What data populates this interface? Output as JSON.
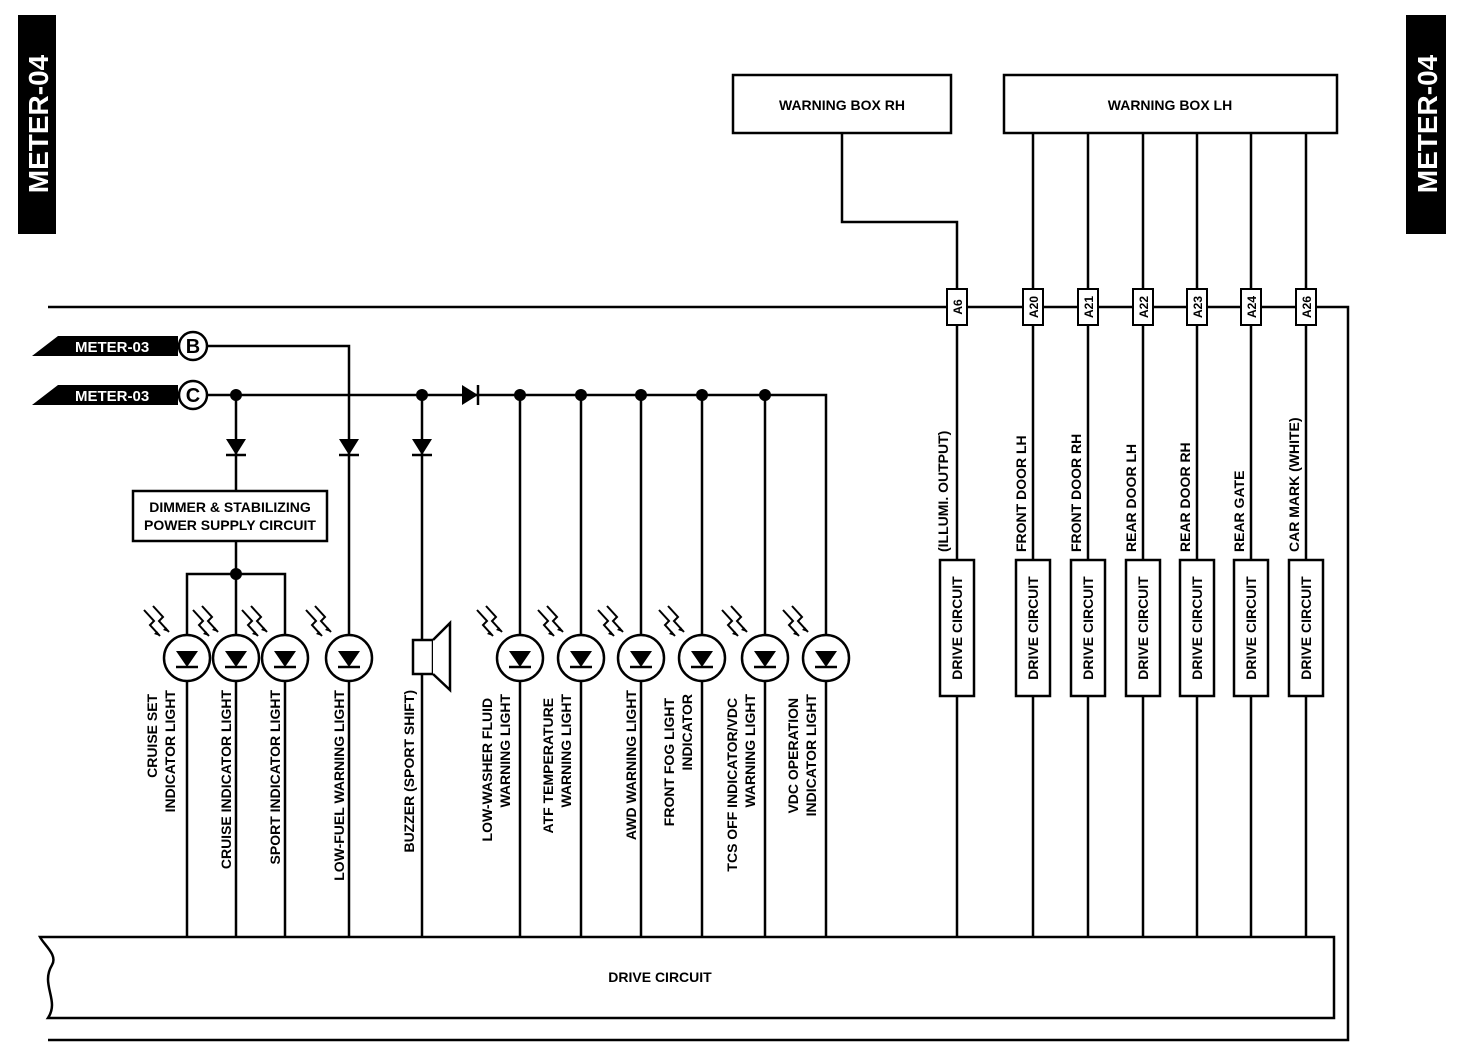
{
  "page_tab": "METER-04",
  "connectors": [
    {
      "ref": "METER-03",
      "letter": "B"
    },
    {
      "ref": "METER-03",
      "letter": "C"
    }
  ],
  "modules": {
    "dimmer": [
      "DIMMER & STABILIZING",
      "POWER SUPPLY CIRCUIT"
    ],
    "warning_box_rh": "WARNING BOX RH",
    "warning_box_lh": "WARNING BOX LH",
    "drive_circuit_main": "DRIVE CIRCUIT"
  },
  "lamps": [
    {
      "label": [
        "CRUISE SET",
        "INDICATOR LIGHT"
      ]
    },
    {
      "label": [
        "CRUISE INDICATOR LIGHT"
      ]
    },
    {
      "label": [
        "SPORT INDICATOR LIGHT"
      ]
    },
    {
      "label": [
        "LOW-FUEL WARNING LIGHT"
      ]
    },
    {
      "label": [
        "BUZZER (SPORT SHIFT)"
      ]
    },
    {
      "label": [
        "LOW-WASHER FLUID",
        "WARNING LIGHT"
      ]
    },
    {
      "label": [
        "ATF TEMPERATURE",
        "WARNING LIGHT"
      ]
    },
    {
      "label": [
        "AWD WARNING LIGHT"
      ]
    },
    {
      "label": [
        "FRONT FOG LIGHT",
        "INDICATOR"
      ]
    },
    {
      "label": [
        "TCS OFF INDICATOR/VDC",
        "WARNING LIGHT"
      ]
    },
    {
      "label": [
        "VDC OPERATION",
        "INDICATOR LIGHT"
      ]
    }
  ],
  "pins": [
    {
      "pin": "A6",
      "signal": "(ILLUMI. OUTPUT)",
      "driver": "DRIVE CIRCUIT"
    },
    {
      "pin": "A20",
      "signal": "FRONT DOOR LH",
      "driver": "DRIVE CIRCUIT"
    },
    {
      "pin": "A21",
      "signal": "FRONT DOOR RH",
      "driver": "DRIVE CIRCUIT"
    },
    {
      "pin": "A22",
      "signal": "REAR DOOR LH",
      "driver": "DRIVE CIRCUIT"
    },
    {
      "pin": "A23",
      "signal": "REAR DOOR RH",
      "driver": "DRIVE CIRCUIT"
    },
    {
      "pin": "A24",
      "signal": "REAR GATE",
      "driver": "DRIVE CIRCUIT"
    },
    {
      "pin": "A26",
      "signal": "CAR MARK (WHITE)",
      "driver": "DRIVE CIRCUIT"
    }
  ]
}
